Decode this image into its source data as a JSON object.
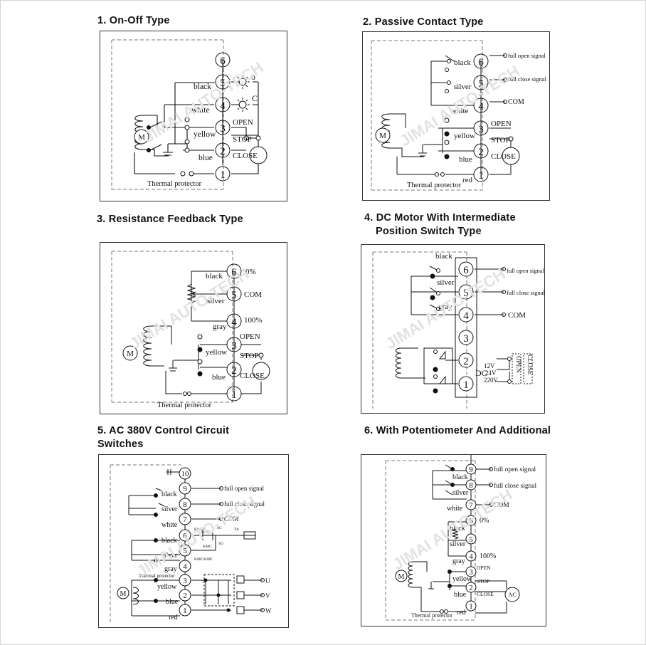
{
  "titles": [
    "1. On-Off Type",
    "2. Passive Contact Type",
    "3. Resistance Feedback Type",
    "4. DC Motor With Intermediate",
    "Position Switch Type",
    "5. AC 380V Control Circuit",
    "Switches",
    "6. With Potentiometer And Additional"
  ],
  "watermark": "JIMAI AUTO-TECH",
  "p1": {
    "n6": "6",
    "n5": "5",
    "n4": "4",
    "n3": "3",
    "n2": "2",
    "n1": "1",
    "black": "black",
    "white": "white",
    "yellow": "yellow",
    "blue": "blue",
    "o": "o",
    "c": "C",
    "open": "OPEN",
    "stop": "STOP",
    "close": "CLOSE",
    "motor": "M",
    "thermal": "Thermal protector"
  },
  "p2": {
    "n6": "6",
    "n5": "5",
    "n4": "4",
    "n3": "3",
    "n2": "2",
    "n1": "1",
    "black": "black",
    "silver": "silver",
    "white": "white",
    "yellow": "yellow",
    "blue": "blue",
    "red": "red",
    "fo": "full open signal",
    "fc": "full close signal",
    "com": "COM",
    "open": "OPEN",
    "stop": "STOP",
    "close": "CLOSE",
    "motor": "M",
    "thermal": "Thermal protector"
  },
  "p3": {
    "n6": "6",
    "n5": "5",
    "n4": "4",
    "n3": "3",
    "n2": "2",
    "n1": "1",
    "black": "black",
    "silver": "silver",
    "gray": "gray",
    "yellow": "yellow",
    "blue": "blue",
    "p0": "0%",
    "com": "COM",
    "p100": "100%",
    "open": "OPEN",
    "stop": "STOP",
    "close": "CLOSE",
    "motor": "M",
    "thermal": "Thermal protector"
  },
  "p4": {
    "n6": "6",
    "n5": "5",
    "n4": "4",
    "n3": "3",
    "n2": "2",
    "n1": "1",
    "black": "black",
    "silver": "silver",
    "gray": "gray",
    "fo": "full open signal",
    "fc": "full close signal",
    "com": "COM",
    "v12": "12V",
    "dc": "DC",
    "v24": "24V",
    "v220": "220V",
    "open": "OPEN",
    "close": "CLOSE"
  },
  "p5": {
    "n10": "10",
    "n9": "9",
    "n8": "8",
    "n7": "7",
    "n6": "6",
    "n5": "5",
    "n4": "4",
    "n3": "3",
    "n2": "2",
    "n1": "1",
    "black": "black",
    "silver": "silver",
    "white": "white",
    "gray": "gray",
    "yellow": "yellow",
    "blue": "blue",
    "red": "red",
    "fo": "full open signal",
    "fc": "full close signal",
    "com": "COM",
    "kmo": "KMO",
    "kmc": "KMC",
    "sc": "SC",
    "so": "SO",
    "ta": "TA",
    "u": "U",
    "v": "V",
    "w": "W",
    "motor": "M",
    "thermal": "Thermal protector"
  },
  "p6": {
    "n9": "9",
    "n8": "8",
    "n7": "7",
    "n6": "6",
    "n5": "5",
    "n4": "4",
    "n3": "3",
    "n2": "2",
    "n1": "1",
    "black": "black",
    "silver": "silver",
    "white": "white",
    "gray": "gray",
    "yellow": "yellow",
    "blue": "blue",
    "red": "red",
    "fo": "full open signal",
    "fc": "full close signal",
    "com": "COM",
    "p0": "0%",
    "p100": "100%",
    "open": "OPEN",
    "stop": "STOP",
    "close": "CLOSE",
    "ac": "AC",
    "motor": "M",
    "thermal": "Thermal protector"
  }
}
